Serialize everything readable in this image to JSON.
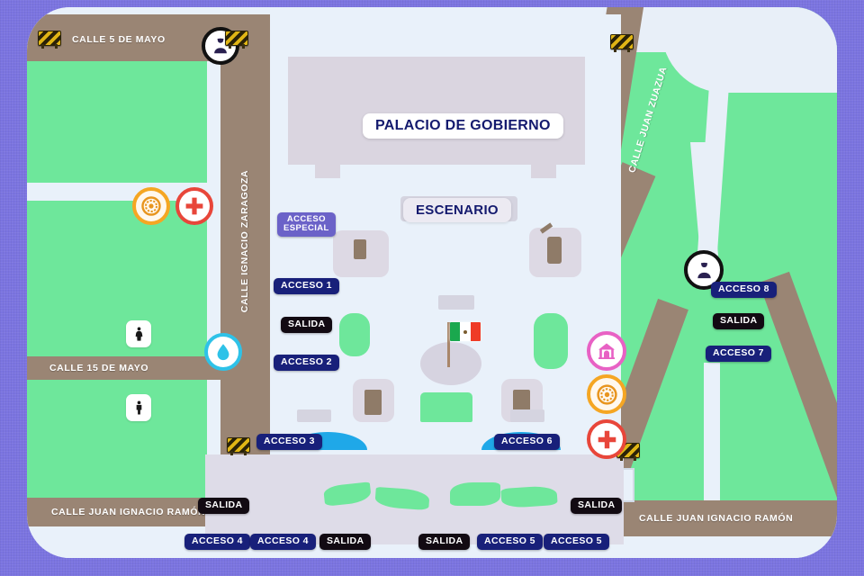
{
  "map": {
    "title": "Mapa del evento - Macroplaza",
    "background_color": "#7b74e0",
    "card_color": "#e8eff8",
    "colors": {
      "green": "#6ee79b",
      "street": "#9a8574",
      "plaza": "#e0e2ee",
      "building": "#dad5e0",
      "acceso_chip": "#18207a",
      "salida_chip": "#120a12",
      "especial_chip": "#6b62c8",
      "water": "#1fa8e8"
    }
  },
  "plates": {
    "palacio": "PALACIO DE GOBIERNO",
    "escenario": "ESCENARIO"
  },
  "streets": [
    {
      "name": "CALLE 5 DE MAYO",
      "orientation": "horizontal"
    },
    {
      "name": "CALLE IGNACIO ZARAGOZA",
      "orientation": "vertical"
    },
    {
      "name": "CALLE 15 DE MAYO",
      "orientation": "horizontal"
    },
    {
      "name": "CALLE JUAN ZUAZUA",
      "orientation": "diagonal"
    },
    {
      "name": "CALLE JUAN IGNACIO RAMÓN",
      "orientation": "horizontal"
    },
    {
      "name": "CALLE JUAN IGNACIO RAMÓN",
      "orientation": "horizontal"
    }
  ],
  "access_labels": [
    {
      "id": "acceso-especial",
      "text": "ACCESO\nESPECIAL",
      "line1": "ACCESO",
      "line2": "ESPECIAL",
      "type": "especial"
    },
    {
      "id": "acceso-1",
      "text": "ACCESO 1",
      "type": "acceso"
    },
    {
      "id": "acceso-2",
      "text": "ACCESO 2",
      "type": "acceso"
    },
    {
      "id": "acceso-3",
      "text": "ACCESO 3",
      "type": "acceso"
    },
    {
      "id": "acceso-4a",
      "text": "ACCESO 4",
      "type": "acceso"
    },
    {
      "id": "acceso-4b",
      "text": "ACCESO 4",
      "type": "acceso"
    },
    {
      "id": "acceso-5a",
      "text": "ACCESO 5",
      "type": "acceso"
    },
    {
      "id": "acceso-5b",
      "text": "ACCESO 5",
      "type": "acceso"
    },
    {
      "id": "acceso-6",
      "text": "ACCESO 6",
      "type": "acceso"
    },
    {
      "id": "acceso-7",
      "text": "ACCESO 7",
      "type": "acceso"
    },
    {
      "id": "acceso-8",
      "text": "ACCESO 8",
      "type": "acceso"
    }
  ],
  "exit_labels": [
    {
      "id": "salida-1",
      "text": "SALIDA"
    },
    {
      "id": "salida-2",
      "text": "SALIDA"
    },
    {
      "id": "salida-3",
      "text": "SALIDA"
    },
    {
      "id": "salida-4",
      "text": "SALIDA"
    },
    {
      "id": "salida-5",
      "text": "SALIDA"
    },
    {
      "id": "salida-6",
      "text": "SALIDA"
    }
  ],
  "icons": [
    {
      "id": "police-nw",
      "name": "police-officer-icon"
    },
    {
      "id": "police-e",
      "name": "police-officer-icon"
    },
    {
      "id": "fire-w",
      "name": "fire-department-icon"
    },
    {
      "id": "fire-e",
      "name": "fire-department-icon"
    },
    {
      "id": "cross-w",
      "name": "red-cross-medical-icon"
    },
    {
      "id": "cross-e",
      "name": "red-cross-medical-icon"
    },
    {
      "id": "water-w",
      "name": "water-drop-icon"
    },
    {
      "id": "tent-e",
      "name": "tent-carpa-icon"
    },
    {
      "id": "restroom-women",
      "name": "womens-restroom-icon"
    },
    {
      "id": "restroom-men",
      "name": "mens-restroom-icon"
    },
    {
      "id": "barrier-nw",
      "name": "road-barrier-icon"
    },
    {
      "id": "barrier-nw2",
      "name": "road-barrier-icon"
    },
    {
      "id": "barrier-ne",
      "name": "road-barrier-icon"
    },
    {
      "id": "barrier-sw",
      "name": "road-barrier-icon"
    },
    {
      "id": "barrier-se",
      "name": "road-barrier-icon"
    },
    {
      "id": "flag-mx",
      "name": "mexican-flag-icon"
    }
  ]
}
